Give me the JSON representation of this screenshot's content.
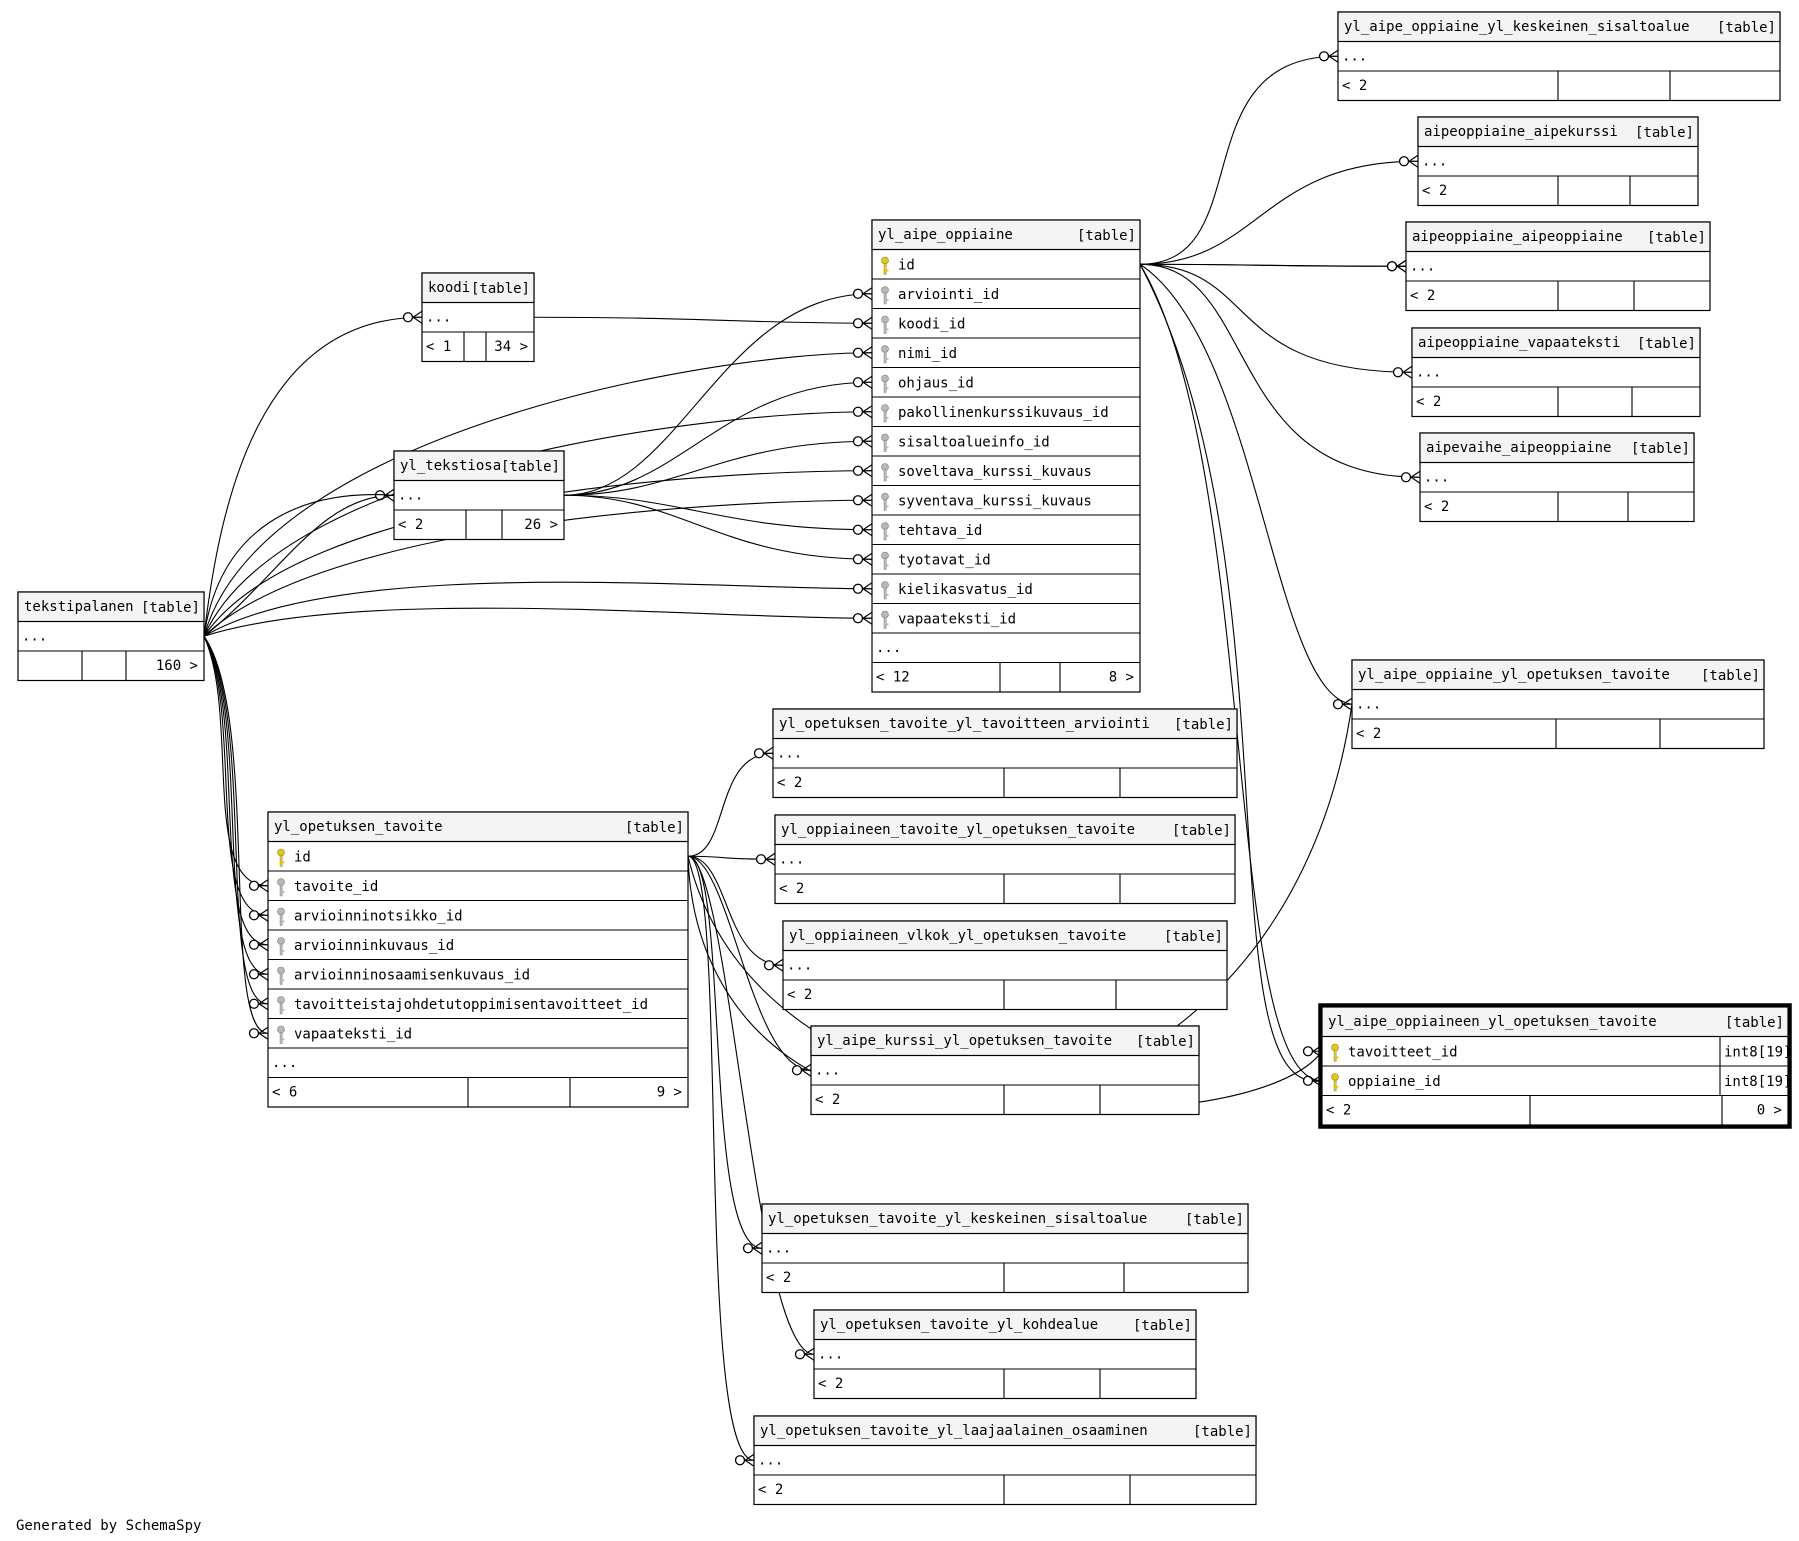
{
  "footer": "Generated by SchemaSpy",
  "tables": [
    {
      "id": "keskeinen",
      "name": "yl_aipe_oppiaine_yl_keskeinen_sisaltoalue",
      "tag": "[table]",
      "cols": [],
      "ellipsis": "...",
      "footer": [
        "< 2",
        "",
        ""
      ]
    },
    {
      "id": "aipekurssi",
      "name": "aipeoppiaine_aipekurssi",
      "tag": "[table]",
      "cols": [],
      "ellipsis": "...",
      "footer": [
        "< 2",
        "",
        ""
      ]
    },
    {
      "id": "aipeoppiaine",
      "name": "aipeoppiaine_aipeoppiaine",
      "tag": "[table]",
      "cols": [],
      "ellipsis": "...",
      "footer": [
        "< 2",
        "",
        ""
      ]
    },
    {
      "id": "vapaateksti",
      "name": "aipeoppiaine_vapaateksti",
      "tag": "[table]",
      "cols": [],
      "ellipsis": "...",
      "footer": [
        "< 2",
        "",
        ""
      ]
    },
    {
      "id": "aipevaihe",
      "name": "aipevaihe_aipeoppiaine",
      "tag": "[table]",
      "cols": [],
      "ellipsis": "...",
      "footer": [
        "< 2",
        "",
        ""
      ]
    },
    {
      "id": "oppiaine",
      "name": "yl_aipe_oppiaine",
      "tag": "[table]",
      "cols": [
        {
          "name": "id",
          "key": "pk"
        },
        {
          "name": "arviointi_id",
          "key": "fk"
        },
        {
          "name": "koodi_id",
          "key": "fk"
        },
        {
          "name": "nimi_id",
          "key": "fk"
        },
        {
          "name": "ohjaus_id",
          "key": "fk"
        },
        {
          "name": "pakollinenkurssikuvaus_id",
          "key": "fk"
        },
        {
          "name": "sisaltoalueinfo_id",
          "key": "fk"
        },
        {
          "name": "soveltava_kurssi_kuvaus",
          "key": "fk"
        },
        {
          "name": "syventava_kurssi_kuvaus",
          "key": "fk"
        },
        {
          "name": "tehtava_id",
          "key": "fk"
        },
        {
          "name": "tyotavat_id",
          "key": "fk"
        },
        {
          "name": "kielikasvatus_id",
          "key": "fk"
        },
        {
          "name": "vapaateksti_id",
          "key": "fk"
        }
      ],
      "ellipsis": "...",
      "footer": [
        "< 12",
        "",
        "8 >"
      ]
    },
    {
      "id": "koodi",
      "name": "koodi",
      "tag": "[table]",
      "cols": [],
      "ellipsis": "...",
      "footer": [
        "< 1",
        "",
        "34 >"
      ]
    },
    {
      "id": "tekstiosa",
      "name": "yl_tekstiosa",
      "tag": "[table]",
      "cols": [],
      "ellipsis": "...",
      "footer": [
        "< 2",
        "",
        "26 >"
      ]
    },
    {
      "id": "tekstipalanen",
      "name": "tekstipalanen",
      "tag": "[table]",
      "cols": [],
      "ellipsis": "...",
      "footer": [
        "",
        "",
        "160 >"
      ]
    },
    {
      "id": "oppiaine_tavoite",
      "name": "yl_aipe_oppiaine_yl_opetuksen_tavoite",
      "tag": "[table]",
      "cols": [],
      "ellipsis": "...",
      "footer": [
        "< 2",
        "",
        ""
      ]
    },
    {
      "id": "arviointi",
      "name": "yl_opetuksen_tavoite_yl_tavoitteen_arviointi",
      "tag": "[table]",
      "cols": [],
      "ellipsis": "...",
      "footer": [
        "< 2",
        "",
        ""
      ]
    },
    {
      "id": "oppiaineen_tavoite",
      "name": "yl_oppiaineen_tavoite_yl_opetuksen_tavoite",
      "tag": "[table]",
      "cols": [],
      "ellipsis": "...",
      "footer": [
        "< 2",
        "",
        ""
      ]
    },
    {
      "id": "vlkok",
      "name": "yl_oppiaineen_vlkok_yl_opetuksen_tavoite",
      "tag": "[table]",
      "cols": [],
      "ellipsis": "...",
      "footer": [
        "< 2",
        "",
        ""
      ]
    },
    {
      "id": "kurssi",
      "name": "yl_aipe_kurssi_yl_opetuksen_tavoite",
      "tag": "[table]",
      "cols": [],
      "ellipsis": "...",
      "footer": [
        "< 2",
        "",
        ""
      ]
    },
    {
      "id": "tavoite",
      "name": "yl_opetuksen_tavoite",
      "tag": "[table]",
      "cols": [
        {
          "name": "id",
          "key": "pk"
        },
        {
          "name": "tavoite_id",
          "key": "fk"
        },
        {
          "name": "arvioinninotsikko_id",
          "key": "fk"
        },
        {
          "name": "arvioinninkuvaus_id",
          "key": "fk"
        },
        {
          "name": "arvioinninosaamisenkuvaus_id",
          "key": "fk"
        },
        {
          "name": "tavoitteistajohdetutoppimisentavoitteet_id",
          "key": "fk"
        },
        {
          "name": "vapaateksti_id",
          "key": "fk"
        }
      ],
      "ellipsis": "...",
      "footer": [
        "< 6",
        "",
        "9 >"
      ]
    },
    {
      "id": "focus",
      "name": "yl_aipe_oppiaineen_yl_opetuksen_tavoite",
      "tag": "[table]",
      "focus": true,
      "cols": [
        {
          "name": "tavoitteet_id",
          "key": "pk",
          "type": "int8[19]"
        },
        {
          "name": "oppiaine_id",
          "key": "pk",
          "type": "int8[19]"
        }
      ],
      "ellipsis": "",
      "footer": [
        "< 2",
        "",
        "0 >"
      ]
    },
    {
      "id": "kohde_keskeinen",
      "name": "yl_opetuksen_tavoite_yl_keskeinen_sisaltoalue",
      "tag": "[table]",
      "cols": [],
      "ellipsis": "...",
      "footer": [
        "< 2",
        "",
        ""
      ]
    },
    {
      "id": "kohdealue",
      "name": "yl_opetuksen_tavoite_yl_kohdealue",
      "tag": "[table]",
      "cols": [],
      "ellipsis": "...",
      "footer": [
        "< 2",
        "",
        ""
      ]
    },
    {
      "id": "laaja",
      "name": "yl_opetuksen_tavoite_yl_laajaalainen_osaaminen",
      "tag": "[table]",
      "cols": [],
      "ellipsis": "...",
      "footer": [
        "< 2",
        "",
        ""
      ]
    }
  ],
  "relations": [
    {
      "from": "oppiaine",
      "to": "keskeinen"
    },
    {
      "from": "oppiaine",
      "to": "aipekurssi"
    },
    {
      "from": "oppiaine",
      "to": "aipeoppiaine"
    },
    {
      "from": "oppiaine",
      "to": "aipeoppiaine"
    },
    {
      "from": "oppiaine",
      "to": "vapaateksti"
    },
    {
      "from": "oppiaine",
      "to": "aipevaihe"
    },
    {
      "from": "oppiaine",
      "to": "oppiaine_tavoite"
    },
    {
      "from": "oppiaine",
      "to": "focus"
    },
    {
      "from": "koodi",
      "to": "oppiaine.koodi_id"
    },
    {
      "from": "tekstipalanen",
      "to": "koodi"
    },
    {
      "from": "tekstipalanen",
      "to": "tekstiosa"
    },
    {
      "from": "tekstiosa",
      "to": "oppiaine.arviointi_id"
    },
    {
      "from": "tekstiosa",
      "to": "oppiaine.tehtava_id"
    },
    {
      "from": "tekstipalanen",
      "to": "oppiaine.nimi_id"
    },
    {
      "from": "tavoite",
      "to": "focus"
    },
    {
      "from": "tavoite",
      "to": "oppiaine_tavoite"
    }
  ]
}
